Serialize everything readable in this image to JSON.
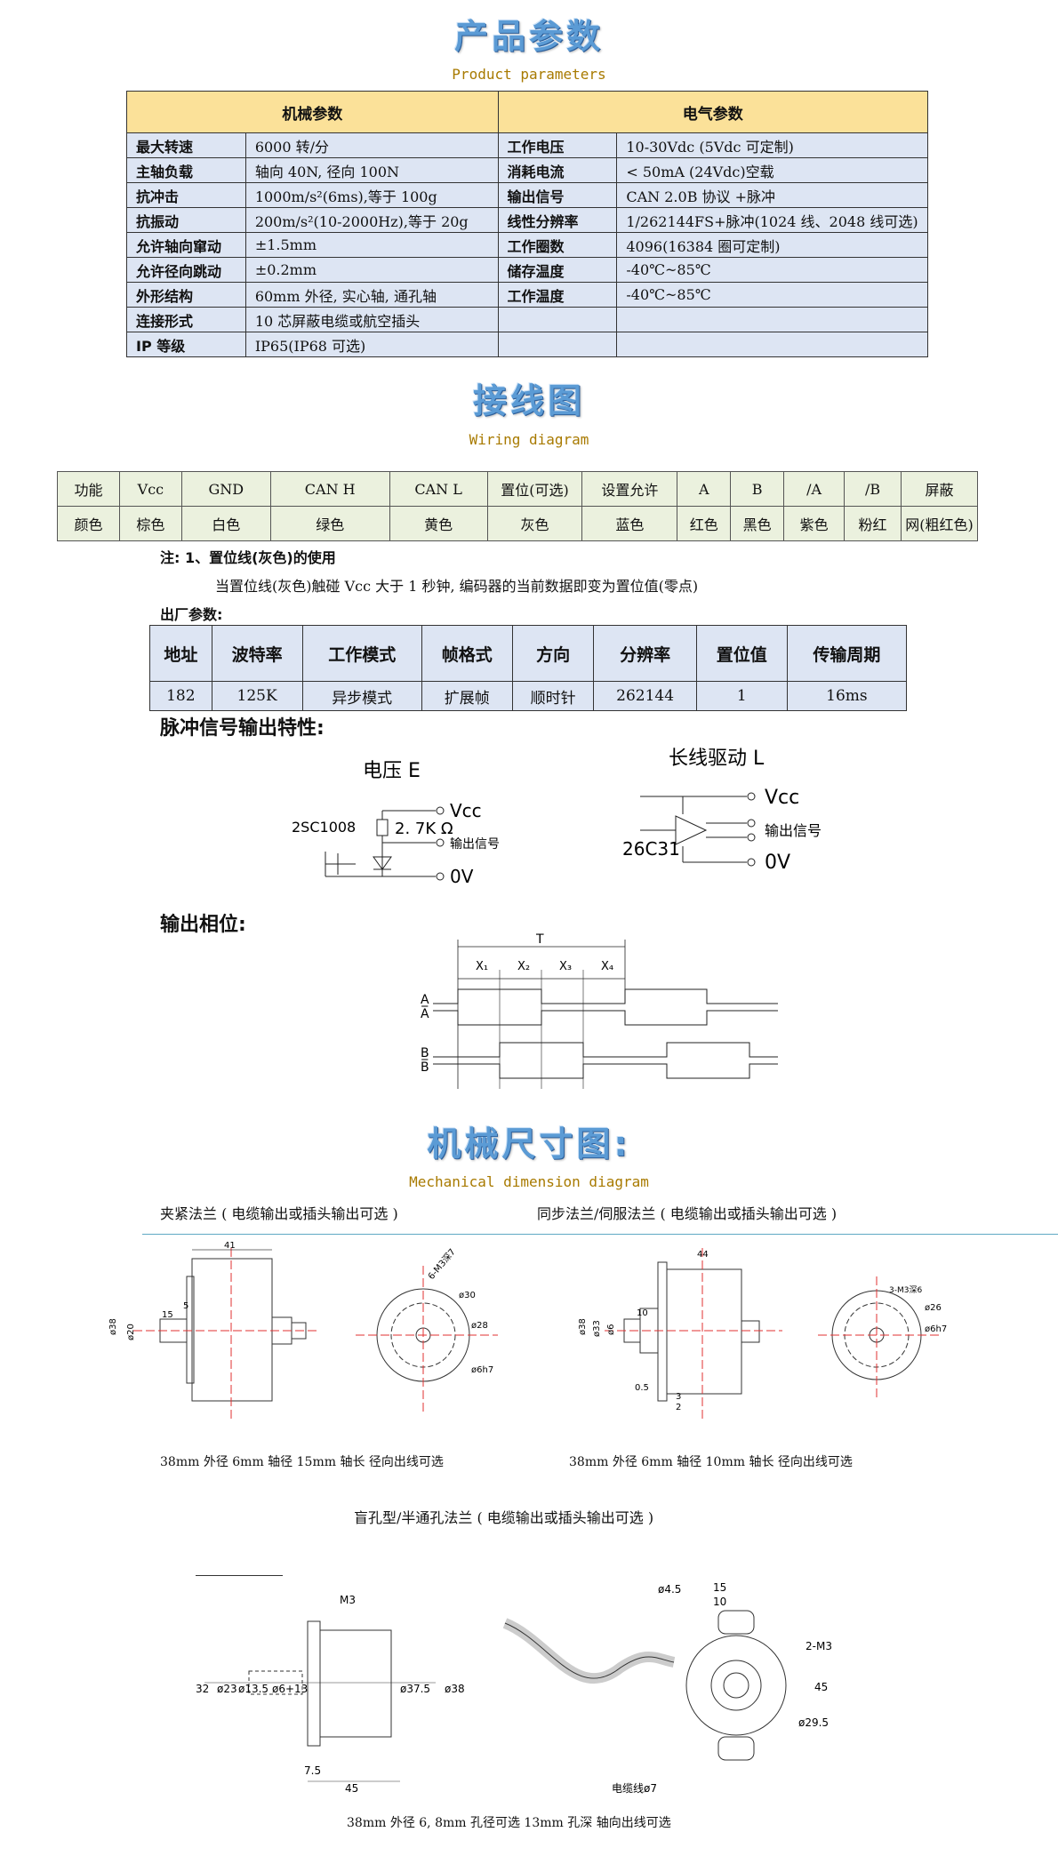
{
  "product": {
    "title_zh": "产品参数",
    "title_en": "Product parameters",
    "mech_header": "机械参数",
    "elec_header": "电气参数",
    "rows": [
      {
        "mk": "最大转速",
        "mv": "6000 转/分",
        "ek": "工作电压",
        "ev": "10-30Vdc (5Vdc 可定制)"
      },
      {
        "mk": "主轴负载",
        "mv": "轴向 40N, 径向 100N",
        "ek": "消耗电流",
        "ev": "< 50mA (24Vdc)空载"
      },
      {
        "mk": "抗冲击",
        "mv": "1000m/s²(6ms),等于 100g",
        "ek": "输出信号",
        "ev": "CAN 2.0B 协议  +脉冲"
      },
      {
        "mk": "抗振动",
        "mv": "200m/s²(10-2000Hz),等于 20g",
        "ek": "线性分辨率",
        "ev": "1/262144FS+脉冲(1024 线、2048 线可选)"
      },
      {
        "mk": "允许轴向窜动",
        "mv": "±1.5mm",
        "ek": "工作圈数",
        "ev": "4096(16384 圈可定制)"
      },
      {
        "mk": "允许径向跳动",
        "mv": "±0.2mm",
        "ek": "储存温度",
        "ev": "-40℃~85℃"
      },
      {
        "mk": "外形结构",
        "mv": "60mm 外径, 实心轴, 通孔轴",
        "ek": "工作温度",
        "ev": "-40℃~85℃"
      },
      {
        "mk": "连接形式",
        "mv": "10 芯屏蔽电缆或航空插头",
        "ek": "",
        "ev": ""
      },
      {
        "mk": "IP 等级",
        "mv": "IP65(IP68 可选)",
        "ek": "",
        "ev": ""
      }
    ]
  },
  "wiring": {
    "title_zh": "接线图",
    "title_en": "Wiring diagram",
    "functions": [
      "功能",
      "Vcc",
      "GND",
      "CAN H",
      "CAN L",
      "置位(可选)",
      "设置允许",
      "A",
      "B",
      "/A",
      "/B",
      "屏蔽"
    ],
    "colors": [
      "颜色",
      "棕色",
      "白色",
      "绿色",
      "黄色",
      "灰色",
      "蓝色",
      "红色",
      "黑色",
      "紫色",
      "粉红",
      "网(粗红色)"
    ],
    "note_title": "注: 1、置位线(灰色)的使用",
    "note_body": "当置位线(灰色)触碰 Vcc 大于 1 秒钟, 编码器的当前数据即变为置位值(零点)",
    "factory_label": "出厂参数:",
    "factory_headers": [
      "地址",
      "波特率",
      "工作模式",
      "帧格式",
      "方向",
      "分辨率",
      "置位值",
      "传输周期"
    ],
    "factory_values": [
      "182",
      "125K",
      "异步模式",
      "扩展帧",
      "顺时针",
      "262144",
      "1",
      "16ms"
    ]
  },
  "pulse": {
    "heading": "脉冲信号输出特性:",
    "voltage_title": "电压  E",
    "linedriver_title": "长线驱动  L",
    "transistor": "2SC1008",
    "resistor": "2. 7K Ω",
    "chip": "26C31",
    "vcc": "Vcc",
    "out": "输出信号",
    "zero": "0V"
  },
  "phase": {
    "heading": "输出相位:",
    "T": "T",
    "x_labels": [
      "X₁",
      "X₂",
      "X₃",
      "X₄"
    ],
    "signals": [
      "A",
      "A̅",
      "B",
      "B̅"
    ]
  },
  "mech": {
    "title_zh": "机械尺寸图:",
    "title_en": "Mechanical dimension diagram",
    "clamp_label": "夹紧法兰  ( 电缆输出或插头输出可选 )",
    "sync_label": "同步法兰/伺服法兰  ( 电缆输出或插头输出可选 )",
    "clamp_caption": "38mm 外径  6mm 轴径  15mm 轴长  径向出线可选",
    "sync_caption": "38mm 外径  6mm 轴径   10mm 轴长  径向出线可选",
    "blind_label": "盲孔型/半通孔法兰  ( 电缆输出或插头输出可选 )",
    "blind_caption": "38mm 外径   6, 8mm 孔径可选       13mm 孔深     轴向出线可选",
    "dims_clamp": [
      "41",
      "5",
      "15",
      "ø38",
      "ø20",
      "6-M3深7",
      "ø30",
      "ø28",
      "ø6h7"
    ],
    "dims_sync": [
      "44",
      "10",
      "ø38",
      "ø33",
      "ø6",
      "0.5",
      "2",
      "3",
      "3-M3深6",
      "ø26",
      "ø6h7"
    ],
    "dims_blind": [
      "M3",
      "32",
      "ø23",
      "ø13.5",
      "ø6+13",
      "ø37.5",
      "ø38",
      "7.5",
      "45",
      "ø4.5",
      "15",
      "10",
      "2-M3",
      "45",
      "ø29.5",
      "电缆线ø7"
    ]
  }
}
